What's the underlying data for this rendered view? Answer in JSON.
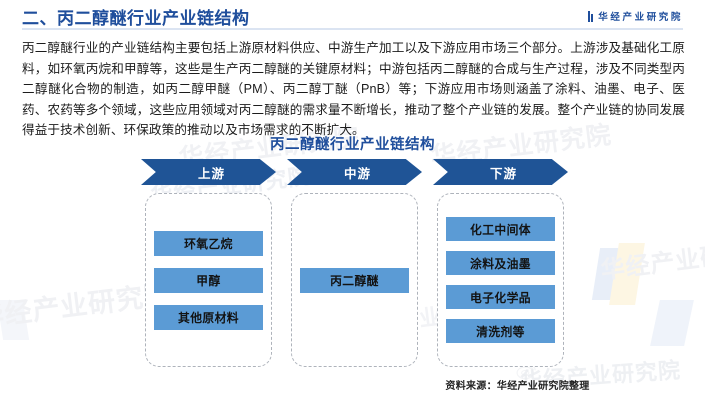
{
  "header": {
    "title": "二、丙二醇醚行业产业链结构",
    "brand": "华经产业研究院",
    "brand_icon": "bars-logo-icon",
    "accent_color": "#1f4e9c"
  },
  "intro": {
    "paragraph": "丙二醇醚行业的产业链结构主要包括上游原材料供应、中游生产加工以及下游应用市场三个部分。上游涉及基础化工原料，如环氧丙烷和甲醇等，这些是生产丙二醇醚的关键原材料；中游包括丙二醇醚的合成与生产过程，涉及不同类型丙二醇醚化合物的制造，如丙二醇甲醚（PM）、丙二醇丁醚（PnB）等；下游应用市场则涵盖了涂料、油墨、电子、医药、农药等多个领域，这些应用领域对丙二醇醚的需求量不断增长，推动了整个产业链的发展。整个产业链的协同发展得益于技术创新、环保政策的推动以及市场需求的不断扩大。"
  },
  "figure": {
    "title": "丙二醇醚行业产业链结构",
    "banner_color": "#1f5496",
    "node_color": "#5b9bd5",
    "stages": [
      {
        "key": "upstream",
        "label": "上游",
        "nodes": [
          {
            "label": "环氧乙烷"
          },
          {
            "label": "甲醇"
          },
          {
            "label": "其他原材料"
          }
        ]
      },
      {
        "key": "midstream",
        "label": "中游",
        "nodes": [
          {
            "label": "丙二醇醚"
          }
        ]
      },
      {
        "key": "downstream",
        "label": "下游",
        "nodes": [
          {
            "label": "化工中间体"
          },
          {
            "label": "涂料及油墨"
          },
          {
            "label": "电子化学品"
          },
          {
            "label": "清洗剂等"
          }
        ]
      }
    ]
  },
  "footer": {
    "source": "资料来源：华经产业研究院整理"
  },
  "watermarks": {
    "text": "华经产业研究院",
    "weibo_icon": "weibo-icon"
  }
}
